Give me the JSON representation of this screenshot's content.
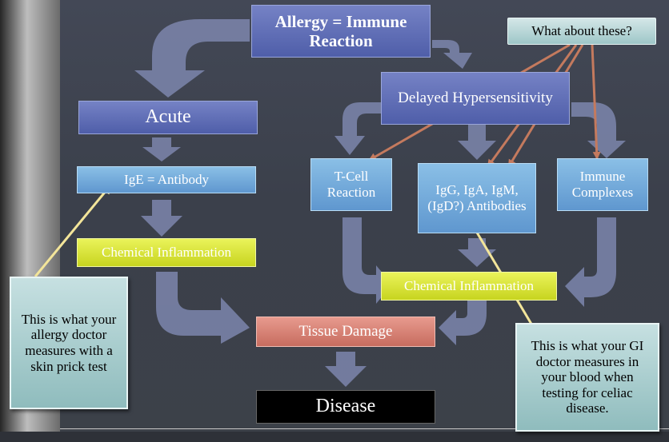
{
  "diagram": {
    "title": "Allergy = Immune Reaction",
    "question": "What about these?",
    "acute": "Acute",
    "delayed": "Delayed Hypersensitivity",
    "ige": "IgE = Antibody",
    "tcell": "T-Cell Reaction",
    "igg": "IgG, IgA, IgM, (IgD?) Antibodies",
    "immune_complexes": "Immune Complexes",
    "chem_left": "Chemical Inflammation",
    "chem_right": "Chemical Inflammation",
    "tissue": "Tissue Damage",
    "disease": "Disease",
    "note_allergy": "This is what your allergy doctor measures with a skin prick test",
    "note_gi": "This is what your GI doctor measures in your blood when testing for celiac disease."
  },
  "colors": {
    "background": "#3d424d",
    "flow_arrow": "#7d86ad",
    "callout_arrow_brown": "#c47a5e",
    "callout_arrow_yellow": "#f3e59a"
  }
}
